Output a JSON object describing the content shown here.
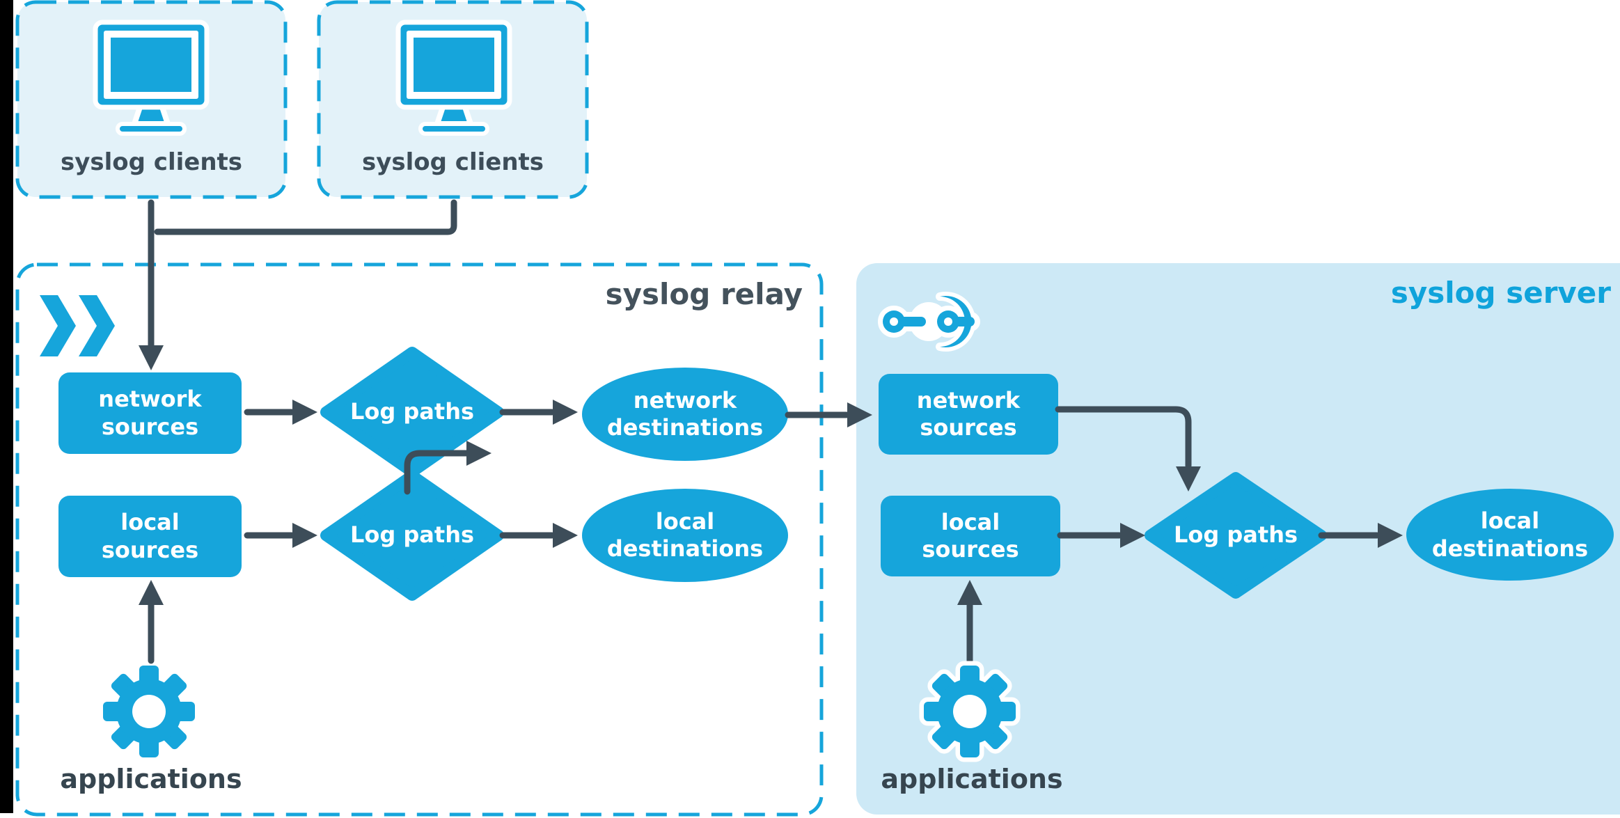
{
  "diagram": {
    "clients": {
      "label": "syslog clients",
      "icon": "monitor-icon"
    },
    "relay": {
      "title": "syslog relay",
      "icon": "fast-forward-icon",
      "network_sources": "network\nsources",
      "local_sources": "local\nsources",
      "log_paths_top": "Log paths",
      "log_paths_bottom": "Log paths",
      "network_destinations": "network\ndestinations",
      "local_destinations": "local\ndestinations",
      "applications": "applications"
    },
    "server": {
      "title": "syslog server",
      "icon": "junction-icon",
      "network_sources": "network\nsources",
      "local_sources": "local\nsources",
      "log_paths": "Log paths",
      "local_destinations": "local\ndestinations",
      "applications": "applications"
    },
    "colors": {
      "primary_cyan": "#16A5DB",
      "dark_slate": "#3D4D59",
      "server_panel_fill": "#CDE9F6",
      "client_box_fill": "#E3F2F9",
      "relay_box_fill": "#FFFFFF",
      "shape_label": "#FFFFFF",
      "server_title_text": "#0FA3DB"
    }
  }
}
